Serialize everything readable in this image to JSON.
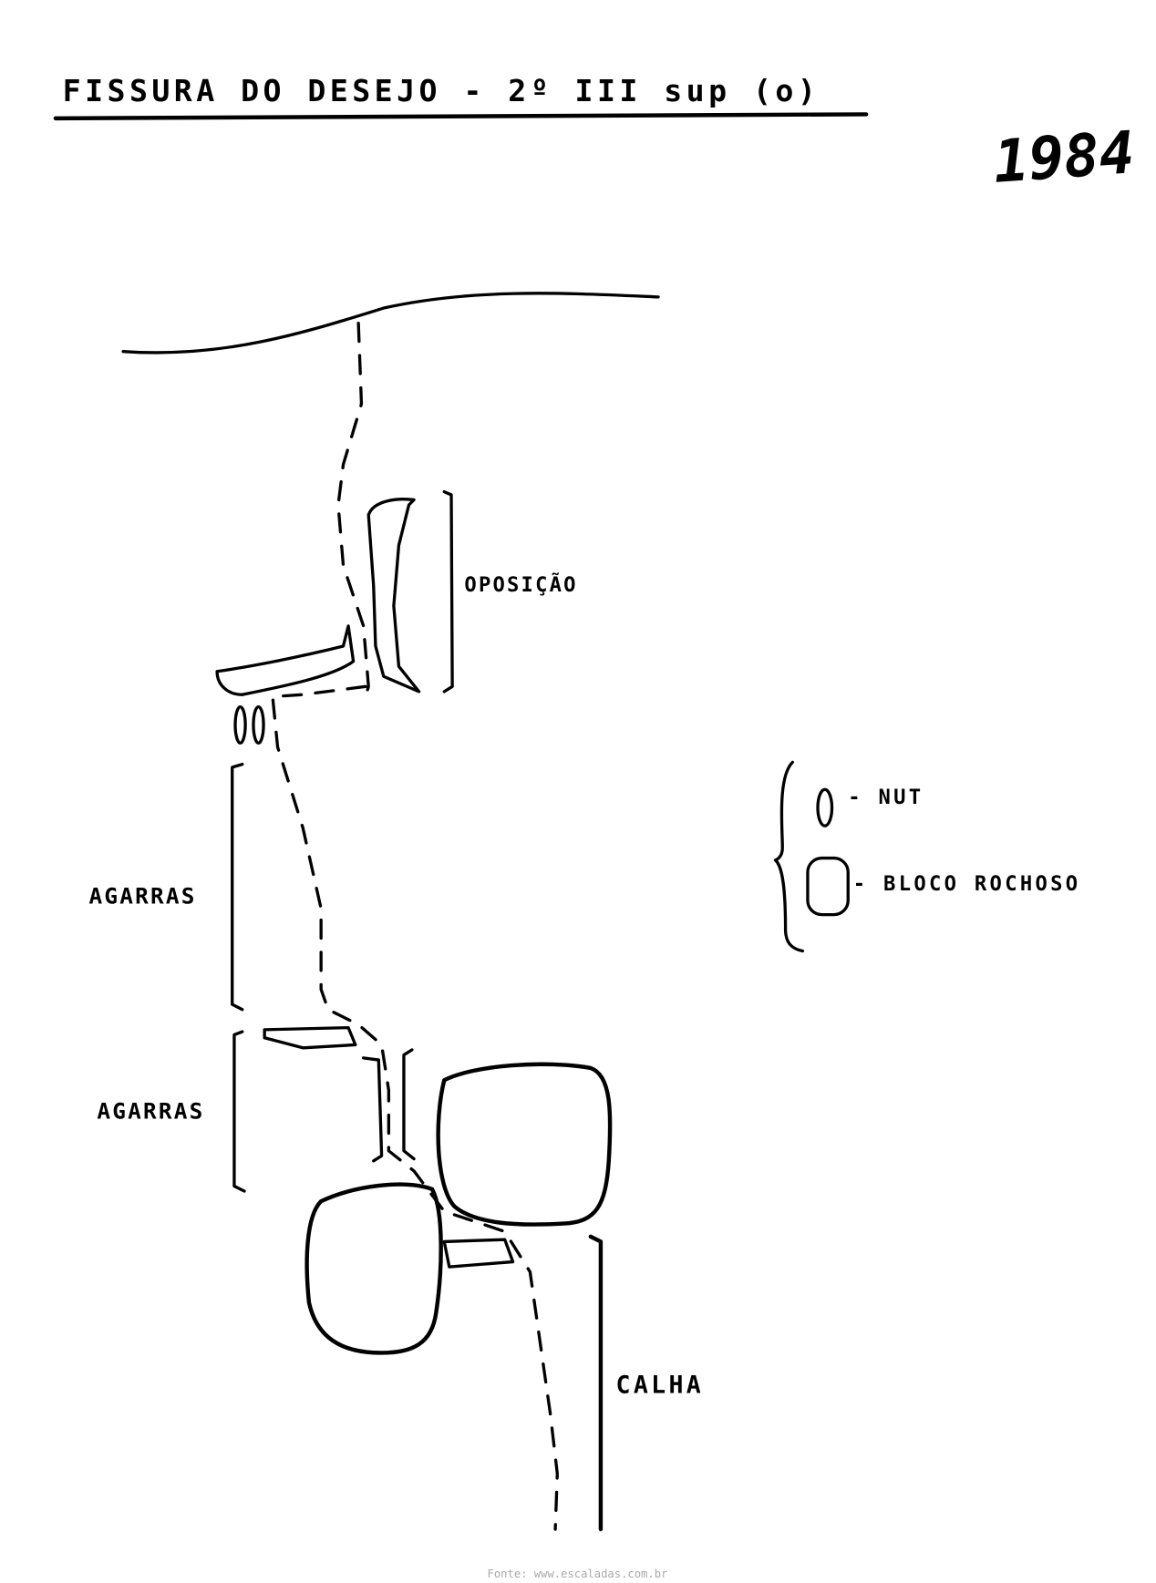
{
  "title": "FISSURA DO DESEJO - 2º III sup (o)",
  "year": "1984",
  "labels": {
    "oposicao": "OPOSIÇÃO",
    "agarras_upper": "AGARRAS",
    "agarras_lower": "AGARRAS",
    "calha": "CALHA"
  },
  "legend": {
    "nut": "- NUT",
    "bloco": "- BLOCO ROCHOSO"
  },
  "footer": "Fonte: www.escaladas.com.br",
  "colors": {
    "ink": "#000000",
    "footer": "#aaaaaa",
    "background": "#ffffff"
  }
}
